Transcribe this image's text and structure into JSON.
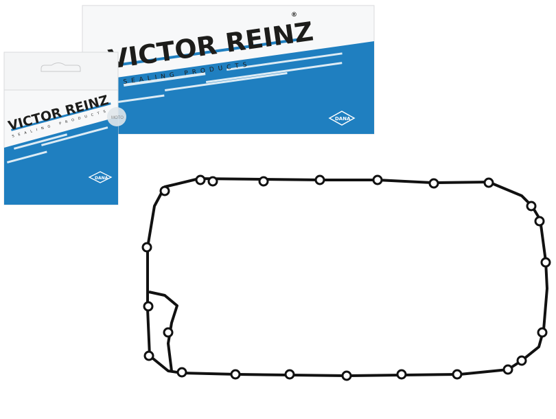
{
  "large_box": {
    "brand": "VICTOR REINZ",
    "registered": "®",
    "tagline": "SEALING PRODUCTS",
    "logo": "DANA",
    "color_blue": "#1f7fc0"
  },
  "small_box": {
    "brand": "VICTOR REINZ",
    "tagline": "SEALING PRODUCTS",
    "logo": "DANA",
    "sticker": "MOTO"
  },
  "gasket": {
    "color": "#111111",
    "bolt_holes": 24
  }
}
